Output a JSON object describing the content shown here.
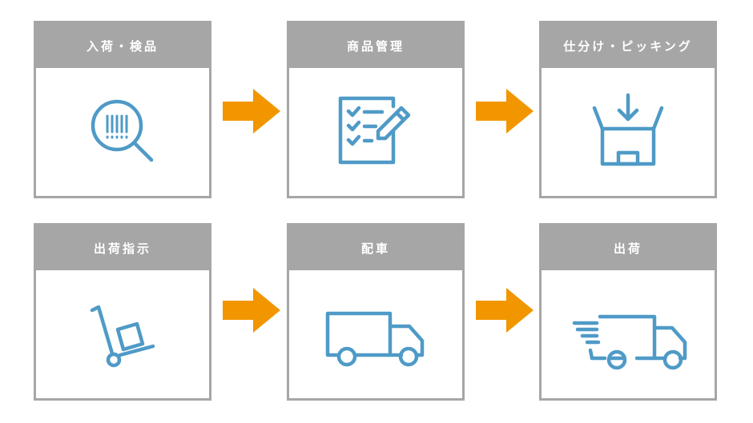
{
  "steps": [
    {
      "label": "入荷・検品",
      "icon": "barcode-magnifier-icon"
    },
    {
      "label": "商品管理",
      "icon": "checklist-pencil-icon"
    },
    {
      "label": "仕分け・ピッキング",
      "icon": "box-arrow-icon"
    },
    {
      "label": "出荷指示",
      "icon": "hand-truck-icon"
    },
    {
      "label": "配車",
      "icon": "truck-icon"
    },
    {
      "label": "出荷",
      "icon": "moving-truck-icon"
    }
  ],
  "colors": {
    "header_gray": "#a6a6a6",
    "icon_blue": "#4f9ac7",
    "arrow_orange": "#f29600"
  }
}
